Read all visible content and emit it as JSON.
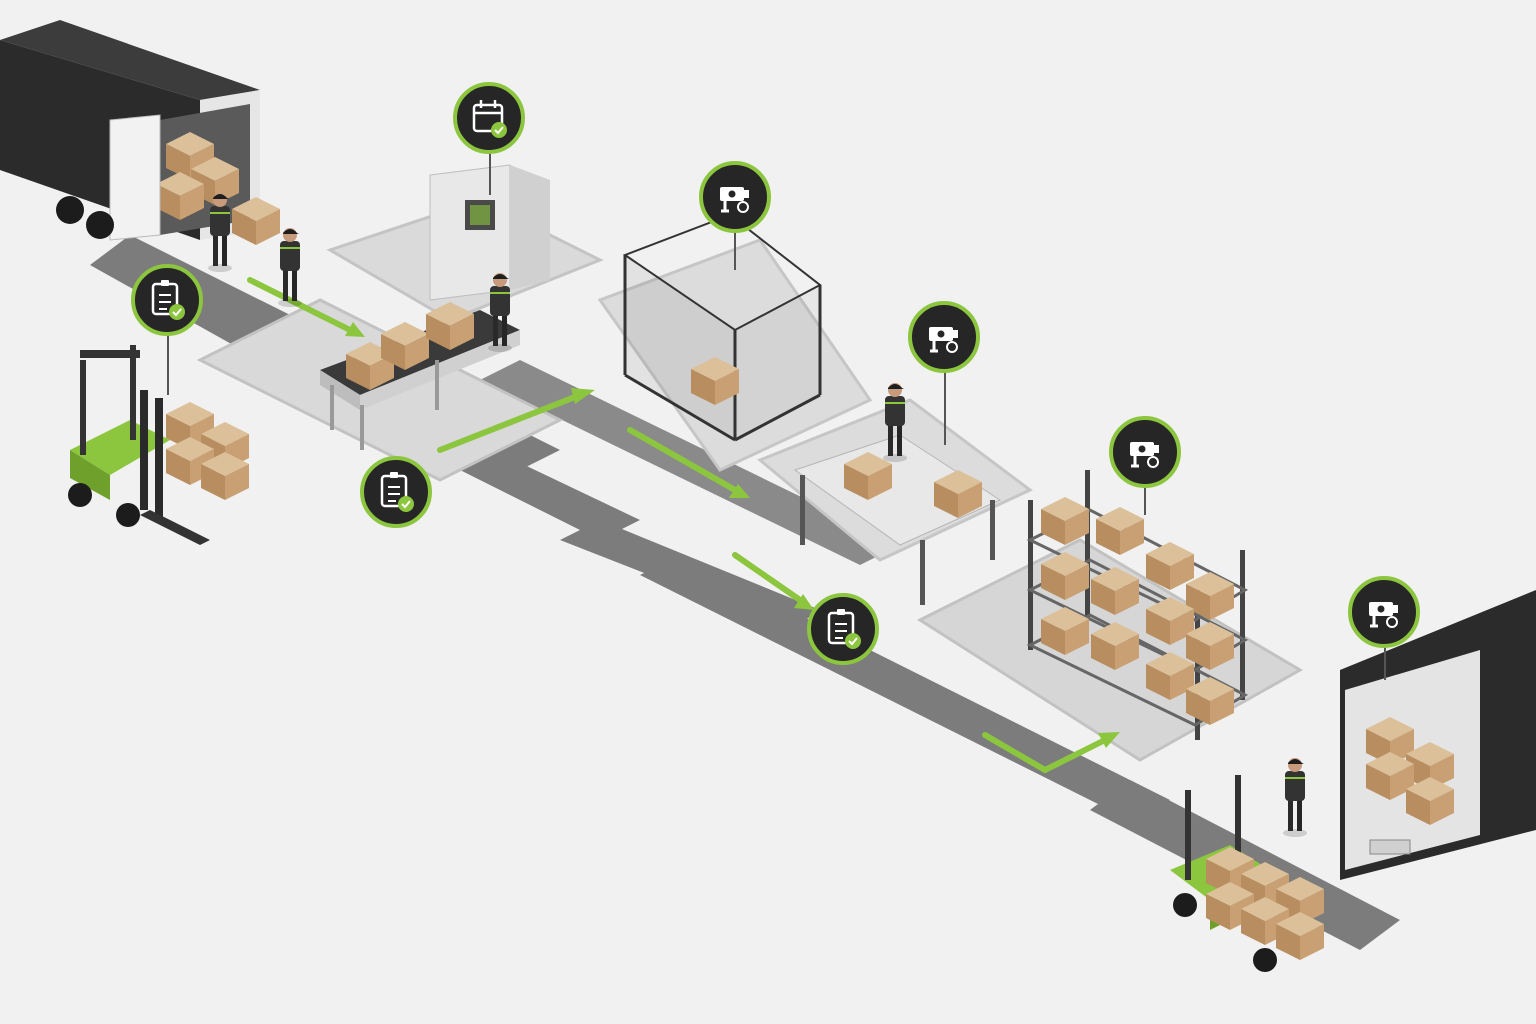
{
  "diagram": {
    "type": "isometric-process-flow",
    "colors": {
      "background": "#f1f1f1",
      "path": "#7c7c7c",
      "pad": "#d9d9d9",
      "accent": "#8cc63f",
      "badge_fill": "#262626",
      "truck": "#2b2b2b",
      "box": "#c8a278",
      "worker": "#2e2e2e",
      "forklift": "#8cc63f"
    },
    "stages": [
      {
        "id": "inbound-truck",
        "icon": null
      },
      {
        "id": "forklift-receiving",
        "icon": "clipboard-check-icon"
      },
      {
        "id": "scanning-station",
        "icon": "calendar-check-icon"
      },
      {
        "id": "conveyor-inspection",
        "icon": "clipboard-check-icon"
      },
      {
        "id": "secure-cage",
        "icon": "security-camera-icon"
      },
      {
        "id": "packing-station",
        "icon": "security-camera-icon"
      },
      {
        "id": "packing-audit",
        "icon": "clipboard-check-icon"
      },
      {
        "id": "storage-racks",
        "icon": "security-camera-icon"
      },
      {
        "id": "outbound-truck",
        "icon": "security-camera-icon"
      }
    ]
  }
}
